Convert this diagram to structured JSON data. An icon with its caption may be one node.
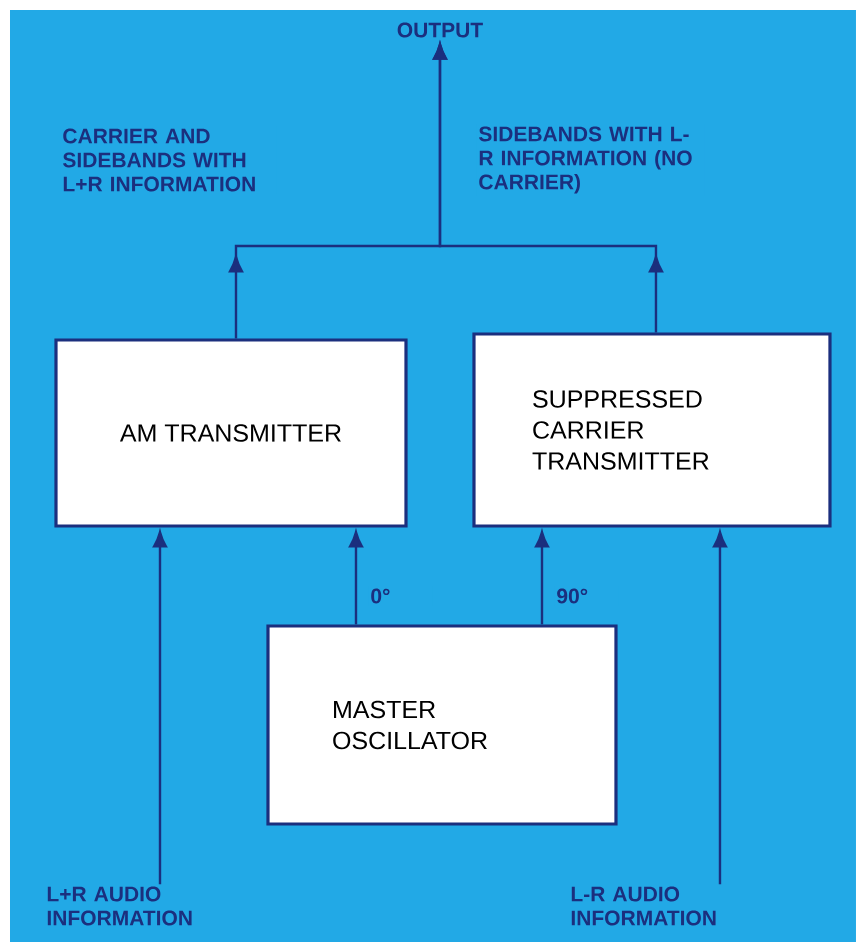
{
  "diagram": {
    "nodes": [
      {
        "text": [
          "OUTPUT"
        ]
      },
      {
        "text": [
          "AM TRANSMITTER"
        ]
      },
      {
        "text": [
          "SUPPRESSED CARRIER TRANSMITTER"
        ]
      },
      {
        "text": [
          "MASTER OSCILLATOR"
        ]
      },
      {
        "text": [
          "L+R AUDIO INFORMATION"
        ]
      },
      {
        "text": [
          "L-R AUDIO INFORMATION"
        ]
      }
    ],
    "edges": [
      {
        "from": 1,
        "to": 0,
        "arrow": "to",
        "label": "CARRIER AND SIDEBANDS WITH L+R INFORMATION"
      },
      {
        "from": 2,
        "to": 0,
        "arrow": "to",
        "label": "SIDEBANDS WITH L-R INFORMATION (NO CARRIER)"
      },
      {
        "from": 3,
        "to": 1,
        "arrow": "to",
        "label": "0°"
      },
      {
        "from": 3,
        "to": 2,
        "arrow": "to",
        "label": "90°"
      },
      {
        "from": 4,
        "to": 1,
        "arrow": "to"
      },
      {
        "from": 5,
        "to": 2,
        "arrow": "to"
      }
    ]
  }
}
